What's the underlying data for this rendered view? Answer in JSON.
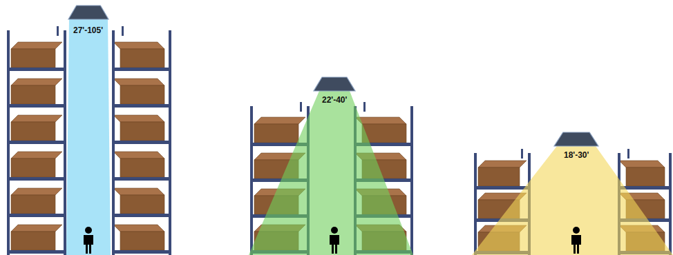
{
  "diagram": {
    "labels": [
      "27'-105'",
      "22'-40'",
      "18'-30'"
    ]
  }
}
